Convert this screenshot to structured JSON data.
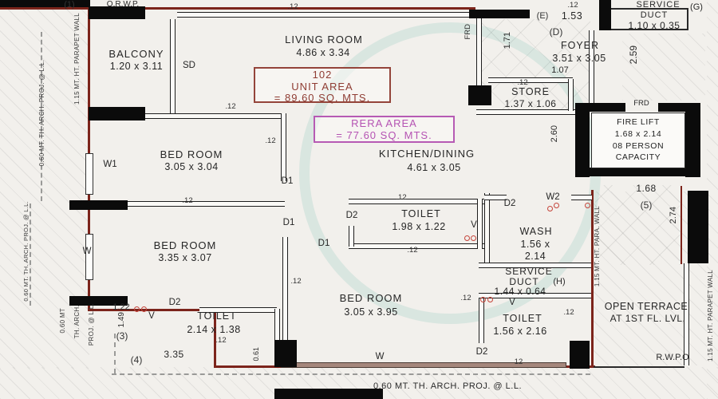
{
  "colors": {
    "wall_red": "#7c241b",
    "unit_box_red": "#8f3c33",
    "rera_magenta": "#b553b3",
    "watermark_teal": "#38a094",
    "window_tan": "#a5877c"
  },
  "annotations": {
    "unit_box": {
      "number": "102",
      "label": "UNIT AREA",
      "value": "= 89.60 SQ. MTS."
    },
    "rera_box": {
      "label": "RERA AREA",
      "value": "= 77.60 SQ. MTS."
    }
  },
  "rooms": {
    "balcony": {
      "name": "BALCONY",
      "size": "1.20 x 3.11"
    },
    "living": {
      "name": "LIVING ROOM",
      "size": "4.86 x 3.34"
    },
    "kitchen": {
      "name": "KITCHEN/DINING",
      "size": "4.61 x 3.05"
    },
    "bedroom_top": {
      "name": "BED ROOM",
      "size": "3.05 x 3.04"
    },
    "bedroom_mid": {
      "name": "BED ROOM",
      "size": "3.35 x 3.07"
    },
    "bedroom_bottom": {
      "name": "BED ROOM",
      "size": "3.05 x 3.95"
    },
    "toilet_center": {
      "name": "TOILET",
      "size": "1.98 x 1.22"
    },
    "toilet_bottom_left": {
      "name": "TOILET",
      "size": "2.14 x 1.38"
    },
    "toilet_bottom_right": {
      "name": "TOILET",
      "size": "1.56 x 2.16"
    },
    "wash": {
      "name": "WASH",
      "size_line1": "1.56 x",
      "size_line2": "2.14"
    },
    "foyer": {
      "name": "FOYER",
      "size": "3.51 x 3.05"
    },
    "store": {
      "name": "STORE",
      "size": "1.37 x 1.06"
    },
    "service_duct_top": {
      "word1": "SERVICE",
      "word2": "DUCT",
      "tag": "(G)",
      "size": "1.10 x 0.35"
    },
    "service_duct_mid": {
      "word1": "SERVICE",
      "word2": "DUCT",
      "tag": "(H)",
      "size": "1.44 x 0.64"
    },
    "fire_lift": {
      "name": "FIRE LIFT",
      "size": "1.68 x 2.14",
      "capacity_line1": "08 PERSON",
      "capacity_line2": "CAPACITY"
    },
    "open_terrace": {
      "line1": "OPEN TERRACE",
      "line2": "AT 1ST FL. LVL."
    }
  },
  "openings": {
    "d1": "D1",
    "d2": "D2",
    "sd": "SD",
    "v": "V",
    "w": "W",
    "w1": "W1",
    "w2": "W2",
    "frd": "FRD"
  },
  "dims": {
    "dot12": ".12",
    "twelve": "12",
    "v061": "0.61",
    "v107": "1.07",
    "v122": "1.22",
    "v149": "1.49",
    "v153": "1.53",
    "v168": "1.68",
    "v171": "1.71",
    "v259": "2.59",
    "v260": "2.60",
    "v274": "2.74",
    "v335": "3.35"
  },
  "refs": {
    "n1": "(1)",
    "n3": "(3)",
    "n4": "(4)",
    "n5": "(5)",
    "d": "(D)",
    "e": "(E)"
  },
  "margin_notes": {
    "orwp": "O.R.W.P.",
    "rwpo": "R.W.P.O",
    "parapet_left": "1.15 MT. HT. PARAPET WALL",
    "parapet_right": "1.15 MT. HT. PARAPET WALL",
    "para_wall_mid": "1.15 MT. HT. PARA. WALL",
    "arch_proj_left_upper": "0.60 MT. TH. ARCH. PROJ. @ L.L.",
    "arch_proj_left_lower": "0.60 MT. TH. ARCH. PROJ. @ L.L.",
    "arch_proj_bottom": "0.60 MT. TH. ARCH. PROJ. @ L.L.",
    "arch_bl_1": "0.60 MT",
    "arch_bl_2": "TH. ARCH.",
    "arch_bl_3": "PROJ. @ L.L."
  }
}
